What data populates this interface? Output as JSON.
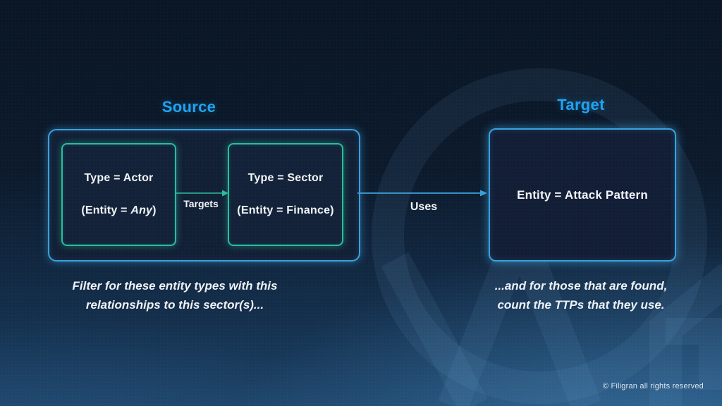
{
  "headings": {
    "source": "Source",
    "target": "Target"
  },
  "source_group": {
    "actor_box": {
      "type_line": "Type = Actor",
      "entity_prefix": "(Entity = ",
      "entity_value_italic": "Any",
      "entity_suffix": ")"
    },
    "sector_box": {
      "type_line": "Type = Sector",
      "entity_line": "(Entity = Finance)"
    },
    "relationship_label": "Targets"
  },
  "relationship": {
    "uses_label": "Uses"
  },
  "target_box": {
    "entity_line": "Entity = Attack Pattern"
  },
  "captions": {
    "source_line1": "Filter for these entity types with this",
    "source_line2": "relationships to this sector(s)...",
    "target_line1": "...and for those that are found,",
    "target_line2": "count the TTPs that they use."
  },
  "footer": {
    "copyright": "© Filigran all rights reserved"
  },
  "colors": {
    "accent": "#1fa3f2",
    "blueBorder": "#3ba0dc",
    "tealBorder": "#29bd9e",
    "boxFill": "#132239",
    "groupFill": "#122036",
    "targetFill": "#121d36",
    "text": "#f2f5f8",
    "captionText": "#eef2f6",
    "footerText": "#d9e6f2"
  }
}
